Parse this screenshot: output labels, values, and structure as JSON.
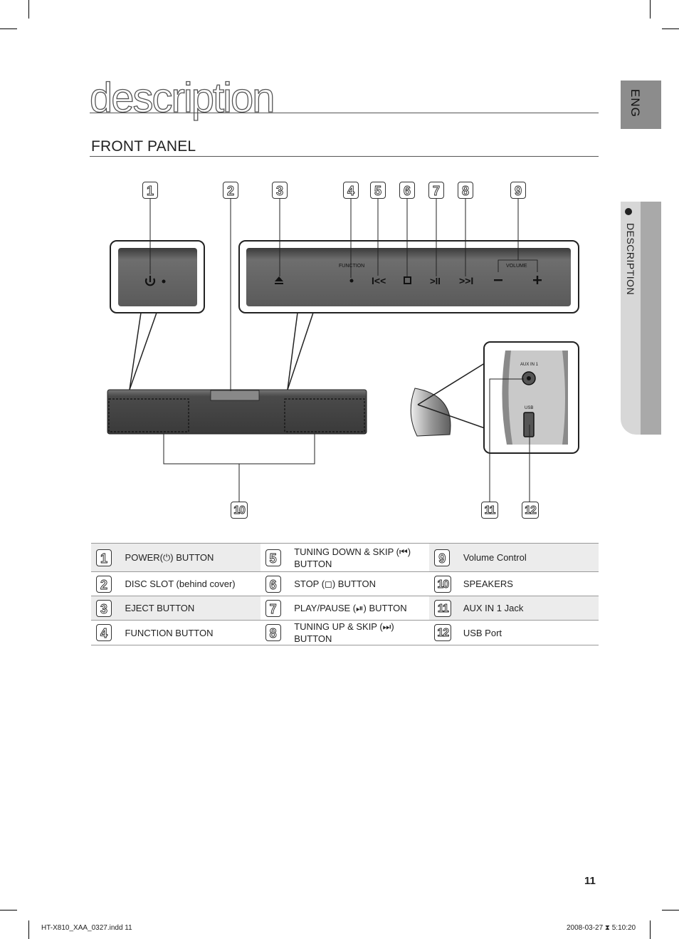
{
  "page": {
    "title": "description",
    "section": "FRONT PANEL",
    "side_tab_lang": "ENG",
    "side_tab_section": "DESCRIPTION",
    "page_number": "11"
  },
  "diagram": {
    "callouts": [
      "1",
      "2",
      "3",
      "4",
      "5",
      "6",
      "7",
      "8",
      "9",
      "10",
      "11",
      "12"
    ],
    "label_function": "FUNCTION",
    "label_volume": "VOLUME",
    "label_aux": "AUX   IN   1",
    "label_usb": "USB"
  },
  "table": {
    "rows": [
      [
        {
          "num": "1",
          "text": "POWER(⏻) BUTTON"
        },
        {
          "num": "5",
          "text": "TUNING DOWN & SKIP (⏮) BUTTON"
        },
        {
          "num": "9",
          "text": "Volume Control"
        }
      ],
      [
        {
          "num": "2",
          "text": "DISC SLOT (behind cover)"
        },
        {
          "num": "6",
          "text": "STOP (◻) BUTTON"
        },
        {
          "num": "10",
          "text": "SPEAKERS"
        }
      ],
      [
        {
          "num": "3",
          "text": "EJECT BUTTON"
        },
        {
          "num": "7",
          "text": "PLAY/PAUSE (⏯) BUTTON"
        },
        {
          "num": "11",
          "text": "AUX IN 1 Jack"
        }
      ],
      [
        {
          "num": "4",
          "text": "FUNCTION BUTTON"
        },
        {
          "num": "8",
          "text": "TUNING UP & SKIP (⏭) BUTTON"
        },
        {
          "num": "12",
          "text": "USB Port"
        }
      ]
    ]
  },
  "footer": {
    "left": "HT-X810_XAA_0327.indd   11",
    "right": "2008-03-27   ⧗ 5:10:20"
  }
}
